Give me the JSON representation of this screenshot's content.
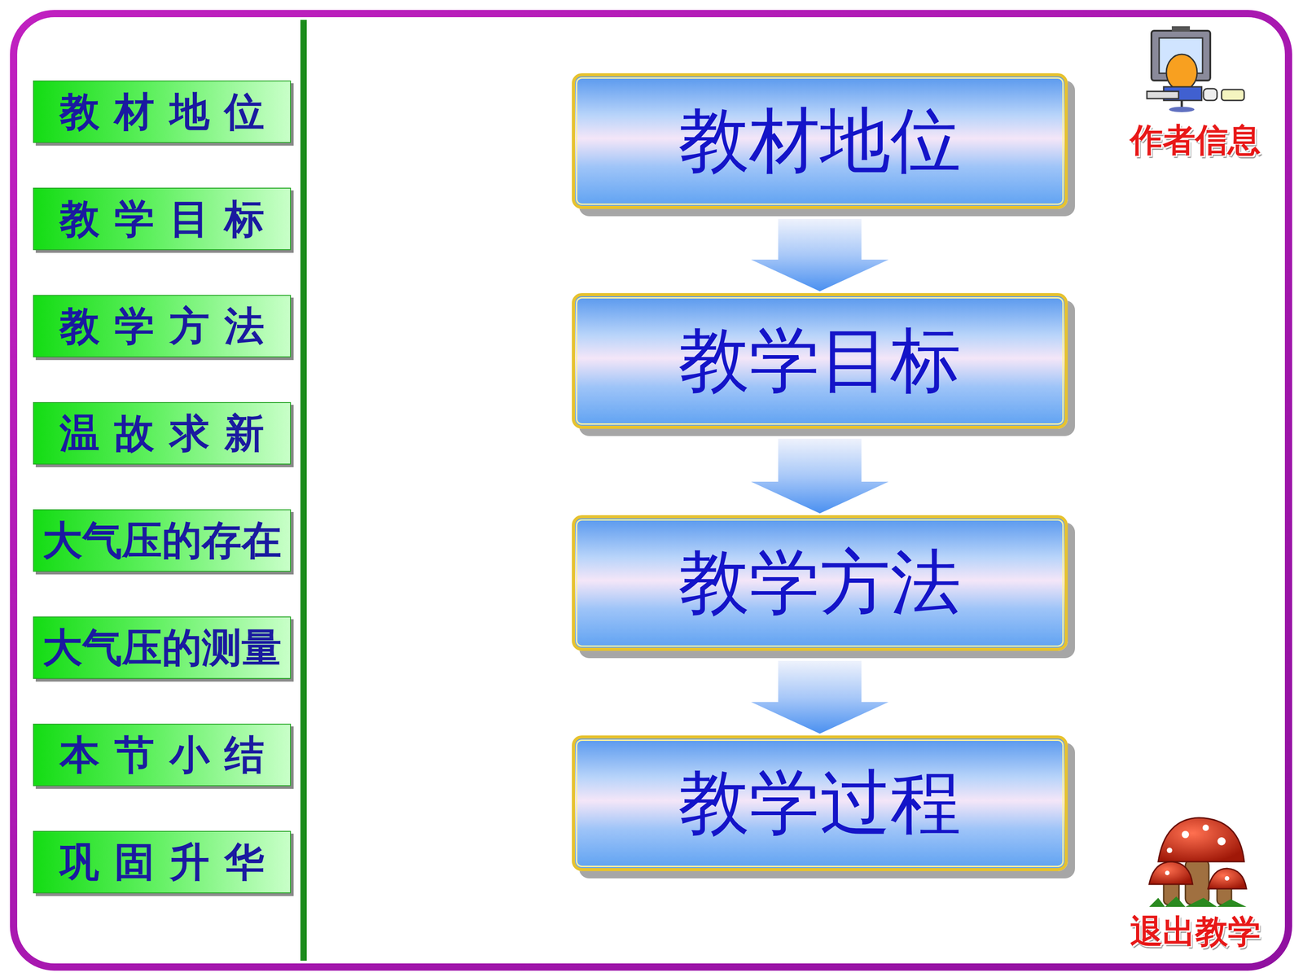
{
  "diagram": {
    "nodes": [
      {
        "text": [
          "教材地位"
        ]
      },
      {
        "text": [
          "教学目标"
        ]
      },
      {
        "text": [
          "教学方法"
        ]
      },
      {
        "text": [
          "温故求新"
        ]
      },
      {
        "text": [
          "大气压的存在"
        ]
      },
      {
        "text": [
          "大气压的测量"
        ]
      },
      {
        "text": [
          "本节小结"
        ]
      },
      {
        "text": [
          "巩固升华"
        ]
      },
      {
        "text": [
          "教材地位"
        ]
      },
      {
        "text": [
          "教学目标"
        ]
      },
      {
        "text": [
          "教学方法"
        ]
      },
      {
        "text": [
          "教学过程"
        ]
      }
    ],
    "edges": [
      {
        "from": 8,
        "to": 9,
        "arrow": "to"
      },
      {
        "from": 9,
        "to": 10,
        "arrow": "to"
      },
      {
        "from": 10,
        "to": 11,
        "arrow": "to"
      }
    ],
    "labels": [
      "作者信息",
      "退出教学"
    ]
  }
}
